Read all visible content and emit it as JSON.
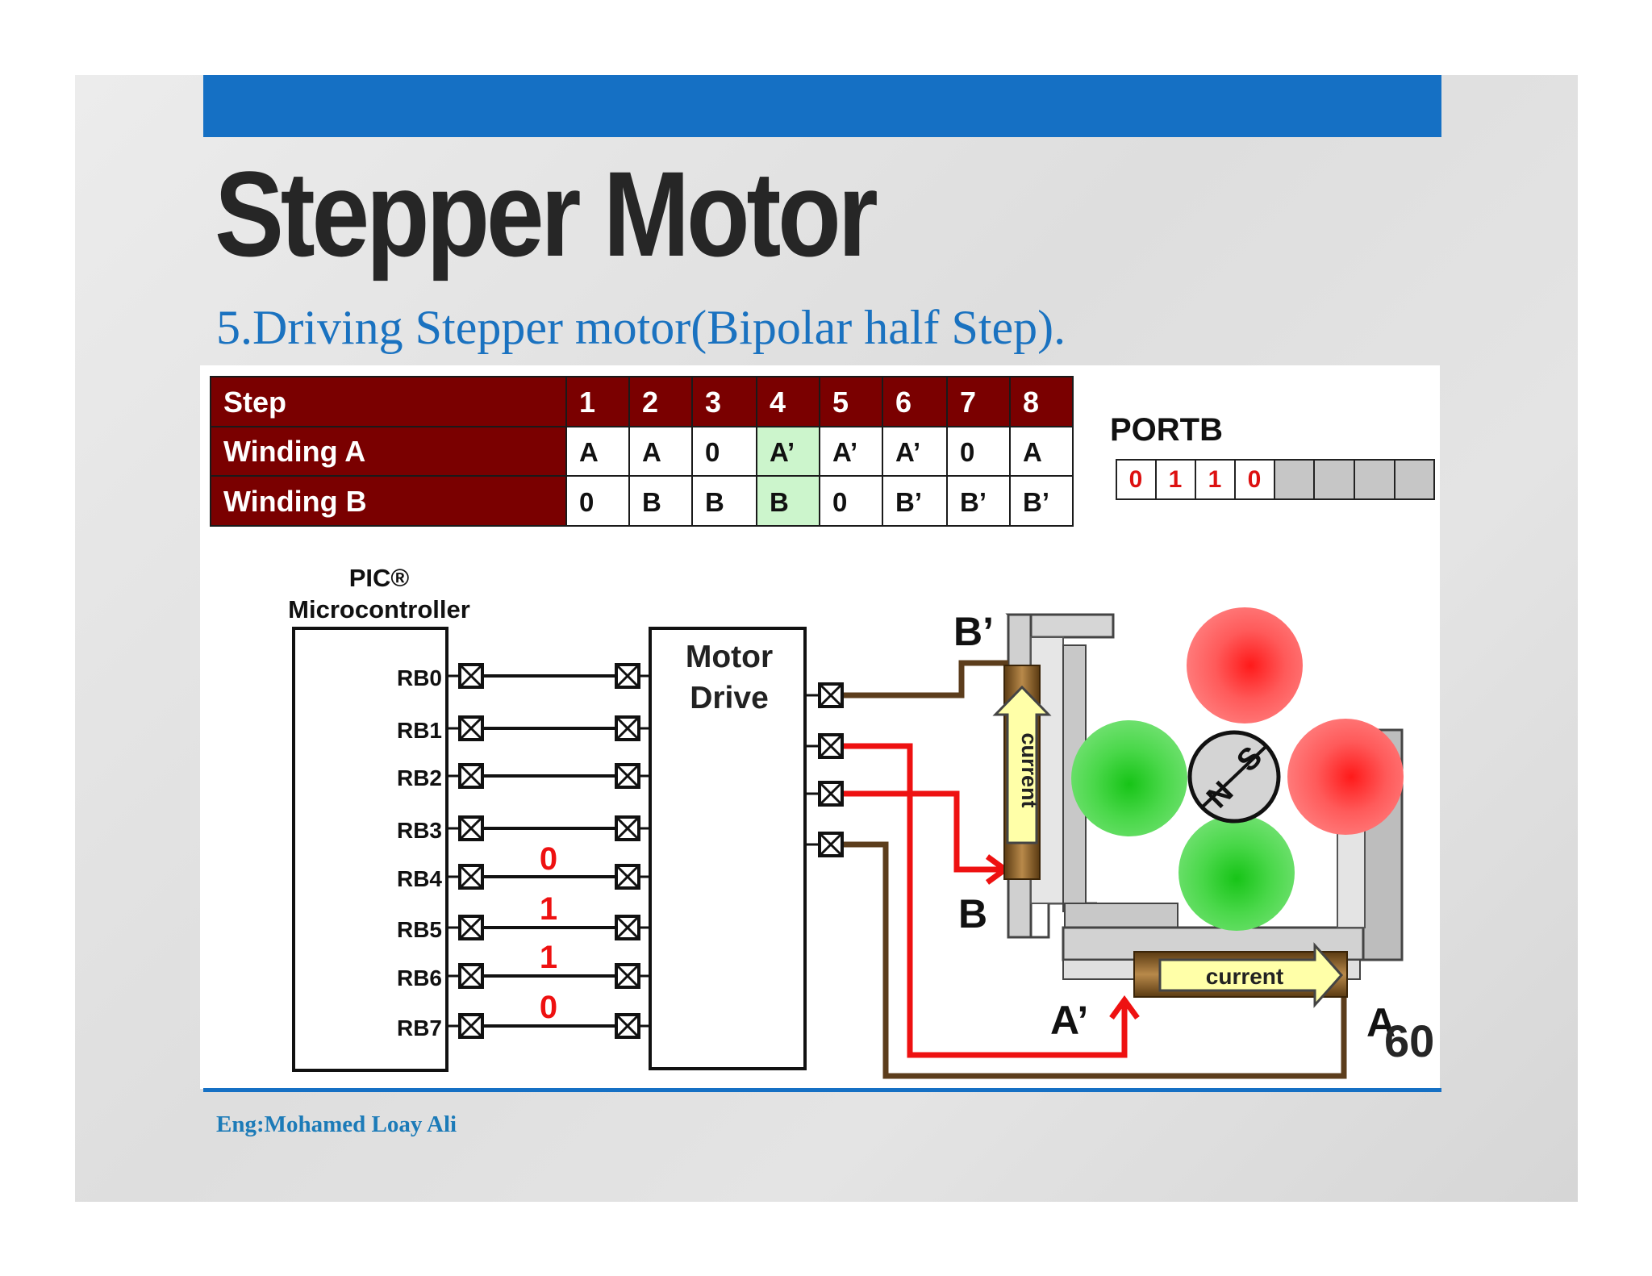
{
  "slide": {
    "title": "Stepper Motor",
    "subtitle": "5.Driving Stepper motor(Bipolar half Step).",
    "author": "Eng:Mohamed Loay Ali",
    "page_number": "60"
  },
  "colors": {
    "accent_blue": "#1570c4",
    "table_header": "#7a0000",
    "highlight": "#ccf5cc",
    "active_wire": "#ee1111",
    "idle_wire": "#6b4a2a"
  },
  "step_table": {
    "headers": [
      "Step",
      "Winding A",
      "Winding B"
    ],
    "steps": [
      "1",
      "2",
      "3",
      "4",
      "5",
      "6",
      "7",
      "8"
    ],
    "winding_a": [
      "A",
      "A",
      "0",
      "A’",
      "A’",
      "A’",
      "0",
      "A"
    ],
    "winding_b": [
      "0",
      "B",
      "B",
      "B",
      "0",
      "B’",
      "B’",
      "B’"
    ],
    "highlighted_step": "4"
  },
  "portb": {
    "label": "PORTB",
    "bits": [
      "0",
      "1",
      "1",
      "0"
    ]
  },
  "pic": {
    "label_line1": "PIC®",
    "label_line2": "Microcontroller",
    "pins": [
      "RB0",
      "RB1",
      "RB2",
      "RB3",
      "RB4",
      "RB5",
      "RB6",
      "RB7"
    ],
    "wire_values": [
      "0",
      "1",
      "1",
      "0"
    ]
  },
  "driver": {
    "line1": "Motor",
    "line2": "Drive"
  },
  "motor": {
    "terminal_b_prime": "B’",
    "terminal_b": "B",
    "terminal_a_prime": "A’",
    "terminal_a": "A",
    "current_label": "current",
    "rotor_s": "S",
    "rotor_n": "N"
  }
}
